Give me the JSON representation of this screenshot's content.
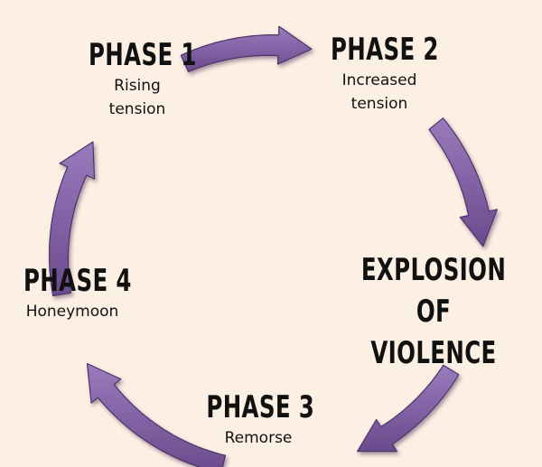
{
  "diagram": {
    "phases": {
      "phase1": {
        "title": "PHASE 1",
        "subtitle": "Rising\ntension"
      },
      "phase2": {
        "title": "PHASE 2",
        "subtitle": "Increased\ntension"
      },
      "explosion": {
        "title": "EXPLOSION OF\nVIOLENCE"
      },
      "phase3": {
        "title": "PHASE 3",
        "subtitle": "Remorse"
      },
      "phase4": {
        "title": "PHASE 4",
        "subtitle": "Honeymoon"
      }
    },
    "colors": {
      "background": "#fcefe3",
      "arrow": "#7e5ba0",
      "arrow_dark": "#5a3d78",
      "text": "#111111"
    },
    "arrows": [
      "phase1-to-phase2",
      "phase2-to-explosion",
      "explosion-to-phase3",
      "phase3-to-phase4",
      "phase4-to-phase1"
    ]
  }
}
